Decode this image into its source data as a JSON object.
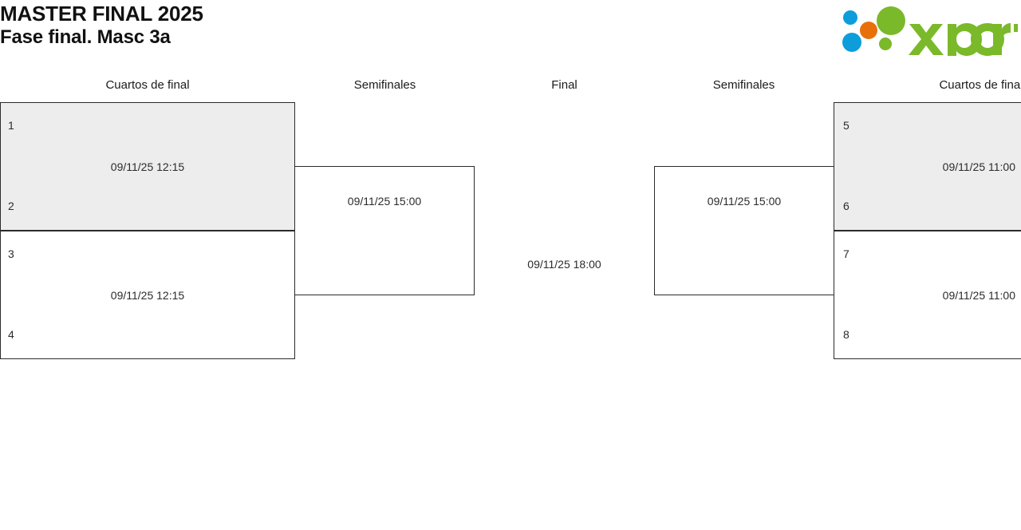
{
  "header": {
    "title_line1": "MASTER FINAL 2025",
    "title_line2": "Fase final. Masc 3a",
    "logo_text": "xporty",
    "logo_colors": {
      "green": "#7ab929",
      "blue": "#0d9ddb",
      "orange": "#e8700a"
    }
  },
  "rounds": [
    {
      "label": "Cuartos de final"
    },
    {
      "label": "Semifinales"
    },
    {
      "label": "Final"
    },
    {
      "label": "Semifinales"
    },
    {
      "label": "Cuartos de final"
    }
  ],
  "bracket": {
    "left": {
      "quarterfinals": [
        {
          "seed_top": "1",
          "seed_bottom": "2",
          "date": "09/11/25 12:15",
          "shaded": true
        },
        {
          "seed_top": "3",
          "seed_bottom": "4",
          "date": "09/11/25 12:15",
          "shaded": false
        }
      ],
      "semifinal": {
        "date": "09/11/25 15:00"
      }
    },
    "right": {
      "quarterfinals": [
        {
          "seed_top": "5",
          "seed_bottom": "6",
          "date": "09/11/25 11:00",
          "shaded": true
        },
        {
          "seed_top": "7",
          "seed_bottom": "8",
          "date": "09/11/25 11:00",
          "shaded": false
        }
      ],
      "semifinal": {
        "date": "09/11/25 15:00"
      }
    },
    "final": {
      "date": "09/11/25 18:00"
    }
  },
  "colors": {
    "shaded_cell": "#ededed",
    "border": "#2b2b2b",
    "text": "#2b2b2b",
    "background": "#ffffff"
  }
}
